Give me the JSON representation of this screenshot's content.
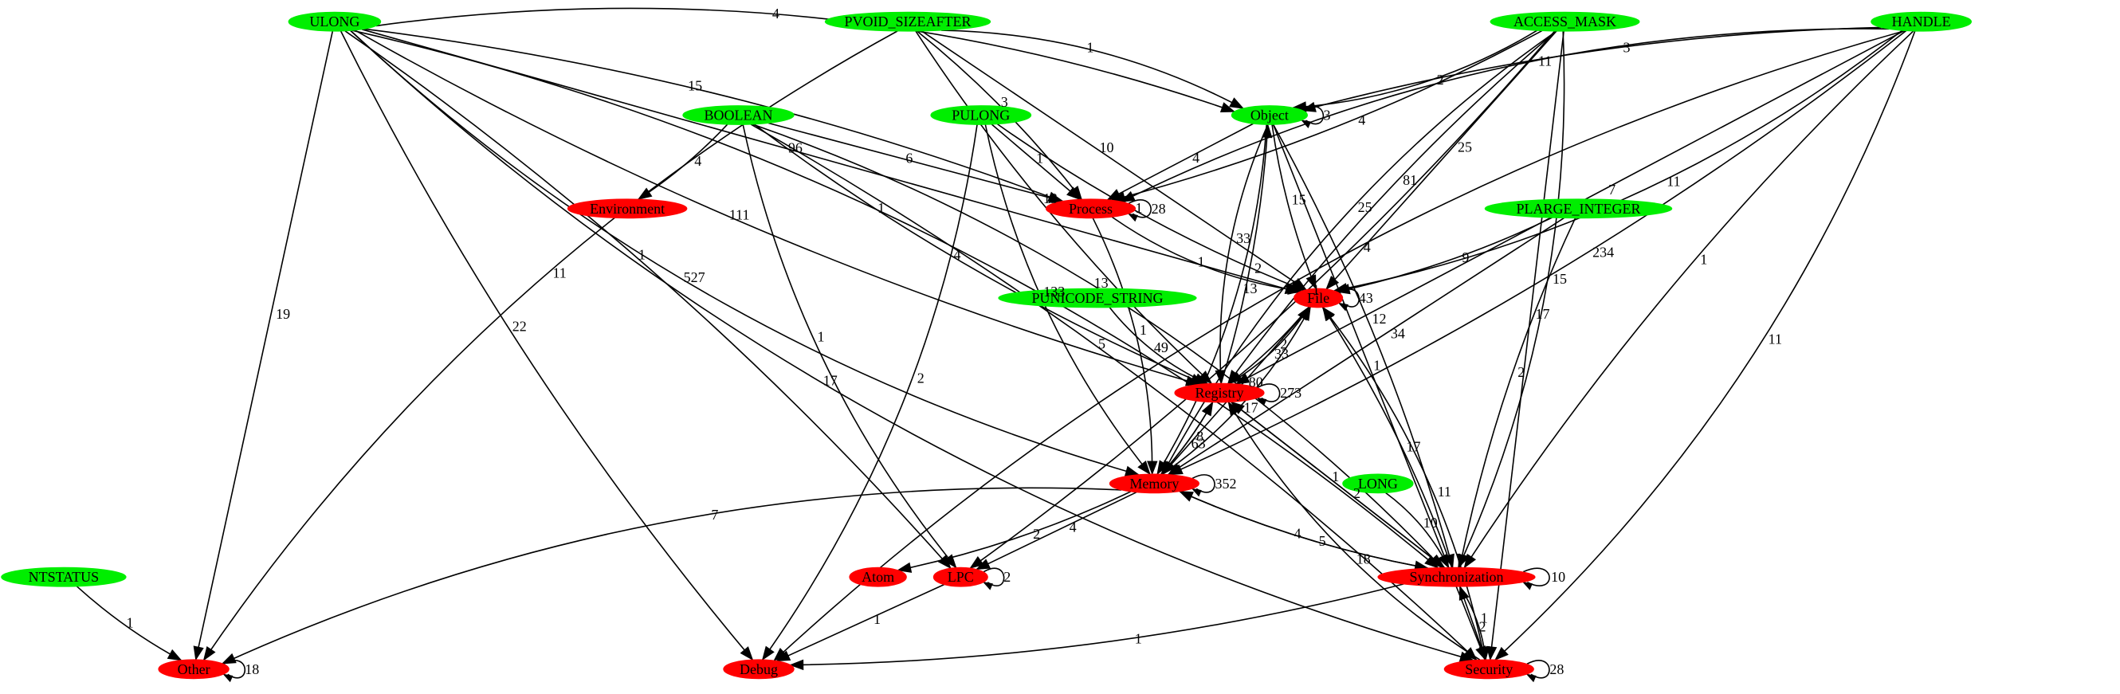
{
  "colors": {
    "type_node": "#00ee00",
    "category_node": "#ff0000",
    "edge": "#000000"
  },
  "nodes": [
    {
      "id": "ULONG",
      "label": "ULONG",
      "kind": "type"
    },
    {
      "id": "PVOID_SIZEAFTER",
      "label": "PVOID_SIZEAFTER",
      "kind": "type"
    },
    {
      "id": "ACCESS_MASK",
      "label": "ACCESS_MASK",
      "kind": "type"
    },
    {
      "id": "HANDLE",
      "label": "HANDLE",
      "kind": "type"
    },
    {
      "id": "BOOLEAN",
      "label": "BOOLEAN",
      "kind": "type"
    },
    {
      "id": "PULONG",
      "label": "PULONG",
      "kind": "type"
    },
    {
      "id": "Object",
      "label": "Object",
      "kind": "type"
    },
    {
      "id": "PLARGE_INTEGER",
      "label": "PLARGE_INTEGER",
      "kind": "type"
    },
    {
      "id": "PUNICODE_STRING",
      "label": "PUNICODE_STRING",
      "kind": "type"
    },
    {
      "id": "LONG",
      "label": "LONG",
      "kind": "type"
    },
    {
      "id": "NTSTATUS",
      "label": "NTSTATUS",
      "kind": "type"
    },
    {
      "id": "Environment",
      "label": "Environment",
      "kind": "category"
    },
    {
      "id": "Process",
      "label": "Process",
      "kind": "category"
    },
    {
      "id": "File",
      "label": "File",
      "kind": "category"
    },
    {
      "id": "Registry",
      "label": "Registry",
      "kind": "category"
    },
    {
      "id": "Memory",
      "label": "Memory",
      "kind": "category"
    },
    {
      "id": "Atom",
      "label": "Atom",
      "kind": "category"
    },
    {
      "id": "LPC",
      "label": "LPC",
      "kind": "category"
    },
    {
      "id": "Synchronization",
      "label": "Synchronization",
      "kind": "category"
    },
    {
      "id": "Other",
      "label": "Other",
      "kind": "category"
    },
    {
      "id": "Debug",
      "label": "Debug",
      "kind": "category"
    },
    {
      "id": "Security",
      "label": "Security",
      "kind": "category"
    }
  ],
  "edges": [
    {
      "from": "ULONG",
      "to": "Object",
      "label": "4"
    },
    {
      "from": "ULONG",
      "to": "Process",
      "label": "15"
    },
    {
      "from": "ULONG",
      "to": "File",
      "label": "96"
    },
    {
      "from": "ULONG",
      "to": "Registry",
      "label": "111"
    },
    {
      "from": "ULONG",
      "to": "Memory",
      "label": "527"
    },
    {
      "from": "ULONG",
      "to": "Synchronization",
      "label": "1"
    },
    {
      "from": "ULONG",
      "to": "LPC",
      "label": "1"
    },
    {
      "from": "ULONG",
      "to": "Other",
      "label": "19"
    },
    {
      "from": "ULONG",
      "to": "Debug",
      "label": "22"
    },
    {
      "from": "ULONG",
      "to": "Security",
      "label": "17"
    },
    {
      "from": "PVOID_SIZEAFTER",
      "to": "Object",
      "label": "1"
    },
    {
      "from": "PVOID_SIZEAFTER",
      "to": "Process",
      "label": "3"
    },
    {
      "from": "PVOID_SIZEAFTER",
      "to": "File",
      "label": "10"
    },
    {
      "from": "PVOID_SIZEAFTER",
      "to": "Registry",
      "label": "13"
    },
    {
      "from": "PVOID_SIZEAFTER",
      "to": "Other",
      "label": "11"
    },
    {
      "from": "ACCESS_MASK",
      "to": "Object",
      "label": "2"
    },
    {
      "from": "ACCESS_MASK",
      "to": "Process",
      "label": "4"
    },
    {
      "from": "ACCESS_MASK",
      "to": "File",
      "label": "25"
    },
    {
      "from": "ACCESS_MASK",
      "to": "Registry",
      "label": "81"
    },
    {
      "from": "ACCESS_MASK",
      "to": "Memory",
      "label": "25"
    },
    {
      "from": "ACCESS_MASK",
      "to": "Synchronization",
      "label": "15"
    },
    {
      "from": "ACCESS_MASK",
      "to": "LPC",
      "label": "1"
    },
    {
      "from": "ACCESS_MASK",
      "to": "Security",
      "label": "17"
    },
    {
      "from": "HANDLE",
      "to": "Object",
      "label": "3"
    },
    {
      "from": "HANDLE",
      "to": "Process",
      "label": "11"
    },
    {
      "from": "HANDLE",
      "to": "File",
      "label": "11"
    },
    {
      "from": "HANDLE",
      "to": "Memory",
      "label": "234"
    },
    {
      "from": "HANDLE",
      "to": "Registry",
      "label": "7"
    },
    {
      "from": "HANDLE",
      "to": "Synchronization",
      "label": "1"
    },
    {
      "from": "HANDLE",
      "to": "Debug",
      "label": "4"
    },
    {
      "from": "HANDLE",
      "to": "Security",
      "label": "11"
    },
    {
      "from": "BOOLEAN",
      "to": "Environment",
      "label": "4"
    },
    {
      "from": "BOOLEAN",
      "to": "Process",
      "label": "6"
    },
    {
      "from": "BOOLEAN",
      "to": "Registry",
      "label": "4"
    },
    {
      "from": "BOOLEAN",
      "to": "LPC",
      "label": "1"
    },
    {
      "from": "BOOLEAN",
      "to": "Synchronization",
      "label": "13"
    },
    {
      "from": "BOOLEAN",
      "to": "Security",
      "label": "5"
    },
    {
      "from": "PULONG",
      "to": "Process",
      "label": "1"
    },
    {
      "from": "PULONG",
      "to": "File",
      "label": "1"
    },
    {
      "from": "PULONG",
      "to": "Memory",
      "label": "133"
    },
    {
      "from": "PULONG",
      "to": "Debug",
      "label": "2"
    },
    {
      "from": "Object",
      "to": "Object",
      "label": "3"
    },
    {
      "from": "Object",
      "to": "Process",
      "label": "4"
    },
    {
      "from": "Object",
      "to": "File",
      "label": "15"
    },
    {
      "from": "Object",
      "to": "Registry",
      "label": "33"
    },
    {
      "from": "Object",
      "to": "Memory",
      "label": "13"
    },
    {
      "from": "Object",
      "to": "Synchronization",
      "label": "12"
    },
    {
      "from": "Object",
      "to": "Security",
      "label": "1"
    },
    {
      "from": "Process",
      "to": "Process",
      "label": "28"
    },
    {
      "from": "Process",
      "to": "File",
      "label": "1"
    },
    {
      "from": "Process",
      "to": "Memory",
      "label": "1"
    },
    {
      "from": "PLARGE_INTEGER",
      "to": "File",
      "label": "9"
    },
    {
      "from": "PLARGE_INTEGER",
      "to": "Memory",
      "label": "34"
    },
    {
      "from": "PLARGE_INTEGER",
      "to": "Synchronization",
      "label": "2"
    },
    {
      "from": "PUNICODE_STRING",
      "to": "Registry",
      "label": "49"
    },
    {
      "from": "File",
      "to": "File",
      "label": "43"
    },
    {
      "from": "File",
      "to": "Registry",
      "label": "2"
    },
    {
      "from": "File",
      "to": "Memory",
      "label": "80"
    },
    {
      "from": "Registry",
      "to": "Object",
      "label": "2"
    },
    {
      "from": "Registry",
      "to": "File",
      "label": "33"
    },
    {
      "from": "Registry",
      "to": "Registry",
      "label": "273"
    },
    {
      "from": "Registry",
      "to": "Memory",
      "label": "8"
    },
    {
      "from": "Registry",
      "to": "Synchronization",
      "label": "1"
    },
    {
      "from": "Memory",
      "to": "Registry",
      "label": "63"
    },
    {
      "from": "Memory",
      "to": "File",
      "label": "17"
    },
    {
      "from": "Memory",
      "to": "Memory",
      "label": "352"
    },
    {
      "from": "Memory",
      "to": "Atom",
      "label": "2"
    },
    {
      "from": "Memory",
      "to": "LPC",
      "label": "4"
    },
    {
      "from": "Memory",
      "to": "Synchronization",
      "label": "4"
    },
    {
      "from": "Memory",
      "to": "Other",
      "label": "7"
    },
    {
      "from": "LONG",
      "to": "Synchronization",
      "label": "10"
    },
    {
      "from": "Synchronization",
      "to": "Memory",
      "label": "5"
    },
    {
      "from": "Synchronization",
      "to": "Registry",
      "label": "2"
    },
    {
      "from": "Synchronization",
      "to": "File",
      "label": "17"
    },
    {
      "from": "Synchronization",
      "to": "Synchronization",
      "label": "10"
    },
    {
      "from": "Synchronization",
      "to": "Security",
      "label": "1"
    },
    {
      "from": "Synchronization",
      "to": "Debug",
      "label": "1"
    },
    {
      "from": "Security",
      "to": "Synchronization",
      "label": "2"
    },
    {
      "from": "Security",
      "to": "Security",
      "label": "28"
    },
    {
      "from": "Security",
      "to": "File",
      "label": "11"
    },
    {
      "from": "Security",
      "to": "Registry",
      "label": "18"
    },
    {
      "from": "LPC",
      "to": "LPC",
      "label": "2"
    },
    {
      "from": "LPC",
      "to": "Debug",
      "label": "1"
    },
    {
      "from": "NTSTATUS",
      "to": "Other",
      "label": "1"
    },
    {
      "from": "Other",
      "to": "Other",
      "label": "18"
    }
  ]
}
